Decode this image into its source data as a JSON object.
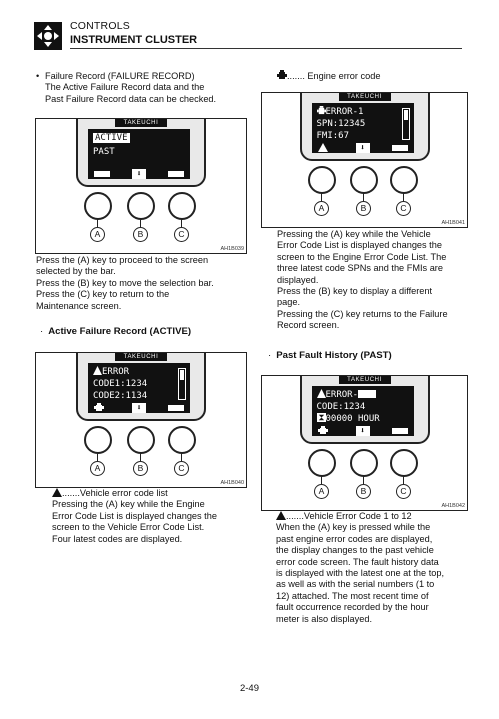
{
  "header": {
    "section": "CONTROLS",
    "title": "INSTRUMENT CLUSTER"
  },
  "left": {
    "intro_bullet": "•",
    "intro": [
      "Failure Record (FAILURE RECORD)",
      "The Active Failure Record data and the",
      "Past Failure Record data can be checked."
    ],
    "fig1": {
      "brand": "TAKEUCHI",
      "lines": [
        "ACTIVE",
        "PAST"
      ],
      "buttons": [
        "A",
        "B",
        "C"
      ],
      "code": "AH1B039"
    },
    "fig1_text": [
      "Press the (A) key to proceed to the screen",
      "selected by the bar.",
      "Press the (B) key to move the selection bar.",
      "Press the (C) key to return to the",
      "Maintenance screen."
    ],
    "heading2": "Active Failure Record (ACTIVE)",
    "fig2": {
      "brand": "TAKEUCHI",
      "lines": [
        "ERROR",
        "CODE1:1234",
        "CODE2:1134"
      ],
      "buttons": [
        "A",
        "B",
        "C"
      ],
      "code": "AH1B040"
    },
    "fig2_legend": ".......Vehicle error code list",
    "fig2_text": [
      "Pressing the (A) key while the Engine",
      "Error Code List is displayed changes the",
      "screen to the Vehicle Error Code List.",
      "Four latest codes are displayed."
    ]
  },
  "right": {
    "legend_top": "....... Engine error code",
    "fig3": {
      "brand": "TAKEUCHI",
      "lines": [
        "ERROR-1",
        "SPN:12345",
        "FMI:67"
      ],
      "buttons": [
        "A",
        "B",
        "C"
      ],
      "code": "AH1B041"
    },
    "fig3_text": [
      "Pressing the (A) key while the Vehicle",
      "Error Code List is displayed changes the",
      "screen to the Engine Error Code List. The",
      "three latest code SPNs and the FMIs are",
      "displayed.",
      "Press the (B) key to display a different",
      "page.",
      "Pressing the (C) key returns to the Failure",
      "Record screen."
    ],
    "heading4": "Past Fault History (PAST)",
    "fig4": {
      "brand": "TAKEUCHI",
      "lines": [
        "ERROR-",
        "CODE:1234",
        "00000 HOUR"
      ],
      "buttons": [
        "A",
        "B",
        "C"
      ],
      "code": "AH1B042"
    },
    "fig4_legend": ".......Vehicle Error Code 1 to 12",
    "fig4_text": [
      "When the (A) key is pressed while the",
      "past engine error codes are displayed,",
      "the display changes to the past vehicle",
      "error code screen. The fault history data",
      "is displayed with the latest one at the top,",
      "as well as with the serial numbers (1 to",
      "12) attached. The most recent time of",
      "fault occurrence recorded by the hour",
      "meter is also displayed."
    ]
  },
  "footer": {
    "page": "2-49"
  },
  "icons": {
    "header": "controls-arrows-icon",
    "vehicle_error": "warning-triangle-icon",
    "engine_error": "engine-icon",
    "hour_meter": "hourglass-icon"
  }
}
